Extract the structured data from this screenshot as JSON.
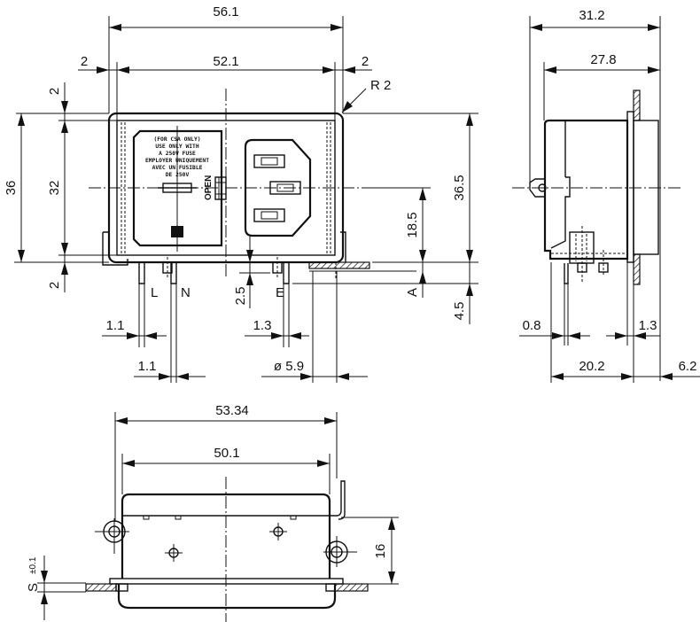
{
  "drawing": {
    "title": "IEC inlet connector with fuse holder – dimensional drawing",
    "units": "mm",
    "front_view": {
      "dimensions": {
        "overall_width": "56.1",
        "inner_width": "52.1",
        "left_offset": "2",
        "right_offset": "2",
        "corner_radius": "R 2",
        "overall_height": "36",
        "inner_height": "32",
        "top_offset": "2",
        "bottom_offset": "2",
        "total_height": "36.5",
        "center_height": "18.5",
        "pin_protrusion": "2.5",
        "panel_offset": "4.5",
        "panel_thickness_label": "A",
        "pin_L_width": "1.1",
        "pin_N_width": "1.1",
        "pin_E_width": "1.3",
        "hole_diameter": "ø 5.9"
      },
      "pin_labels": [
        "L",
        "N",
        "E"
      ],
      "fuse_label_lines": [
        "(FOR CSA ONLY)",
        "USE ONLY WITH",
        "A 250V FUSE",
        "EMPLOYER UNIQUEMENT",
        "AVEC UN FUSIBLE",
        "DE 250V"
      ],
      "drawer_label": "OPEN"
    },
    "side_view": {
      "dimensions": {
        "overall_depth": "31.2",
        "body_depth": "27.8",
        "pin_thickness": "0.8",
        "flange_thickness": "1.3",
        "rear_depth": "20.2",
        "front_depth": "6.2"
      }
    },
    "bottom_view": {
      "dimensions": {
        "mount_hole_spacing": "53.34",
        "body_width": "50.1",
        "hole_height": "16",
        "panel_thickness": "S",
        "panel_tolerance": "±0.1"
      }
    }
  }
}
